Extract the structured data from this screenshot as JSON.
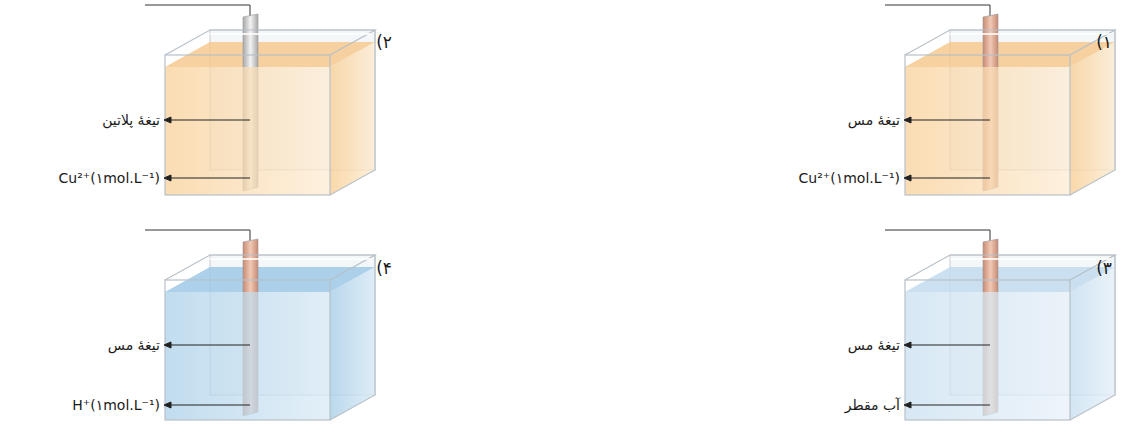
{
  "diagram": {
    "labels": [
      "(۱",
      "تیغهٔ مس",
      "Cu²⁺(۱mol.L⁻¹)",
      "(۲",
      "تیغهٔ پلاتین",
      "Cu²⁺(۱mol.L⁻¹)",
      "(۳",
      "تیغهٔ مس",
      "آب مقطر",
      "(۴",
      "تیغهٔ مس",
      "H⁺(۱mol.L⁻¹)"
    ]
  }
}
